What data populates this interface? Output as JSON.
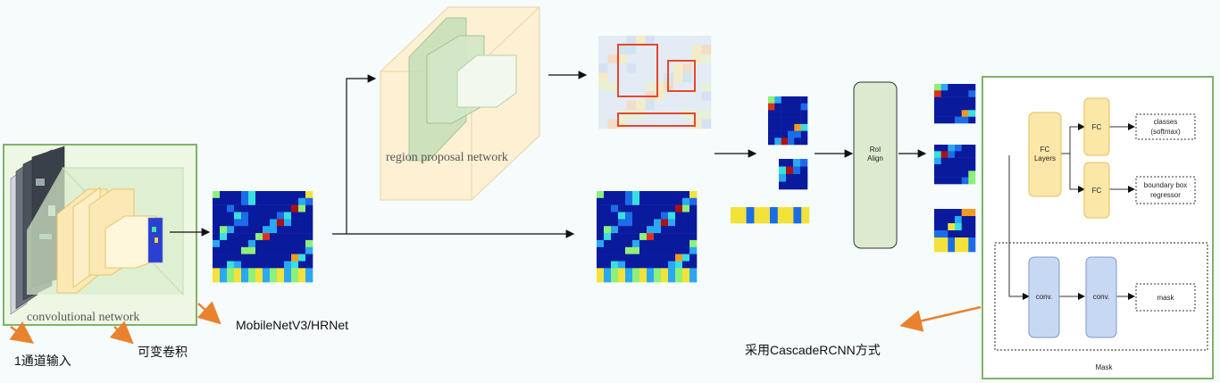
{
  "labels": {
    "conv_network": "convolutional network",
    "rpn": "region proposal network",
    "backbone_note": "MobileNetV3/HRNet",
    "input_note": "1通道输入",
    "deform_note": "可变卷积",
    "cascade_note": "采用CascadeRCNN方式",
    "roi_align_line1": "RoI",
    "roi_align_line2": "Align",
    "fc_layers_line1": "FC",
    "fc_layers_line2": "Layers",
    "fc1": "FC",
    "fc2": "FC",
    "classes_line1": "classes",
    "classes_line2": "(softmax)",
    "bbox_line1": "boundary box",
    "bbox_line2": "regressor",
    "conv1": "conv.",
    "conv2": "conv.",
    "mask": "mask",
    "mask_group": "Mask"
  },
  "colors": {
    "accent_orange": "#e8822e",
    "panel_green": "#7fb36a",
    "fc_fill": "#fbe7a8",
    "fc_border": "#e7bf5a",
    "conv_fill": "#c7d8f2",
    "conv_border": "#7c97cf",
    "roi_fill": "#dcebcf",
    "heat_dark": "#1020a8"
  }
}
